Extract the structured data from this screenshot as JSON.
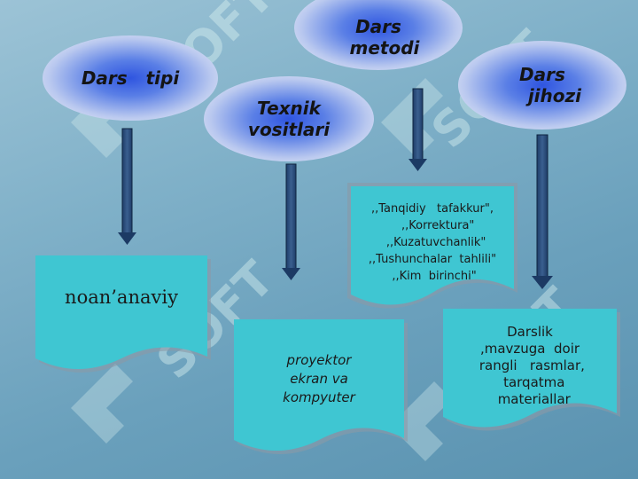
{
  "nodes": {
    "dars_metodi": "Dars\n  metodi",
    "dars_tipi": "Dars   tipi",
    "texnik_vositalari": "Texnik\nvositlari",
    "dars_jihozi": "Dars\n    jihozi"
  },
  "boxes": {
    "metod": ",,Tanqidiy   tafakkur\",\n   ,,Korrektura\"\n  ,,Kuzatuvchanlik\"\n,,Tushunchalar  tahlili\"\n ,,Kim  birinchi\"",
    "tip": "noan’anaviy",
    "texnik": "proyektor\nekran va\nkompyuter",
    "jihoz": "Darslik\n,mavzuga  doir\n rangli   rasmlar,\n  tarqatma\n  materiallar"
  },
  "watermark": "SOFT"
}
